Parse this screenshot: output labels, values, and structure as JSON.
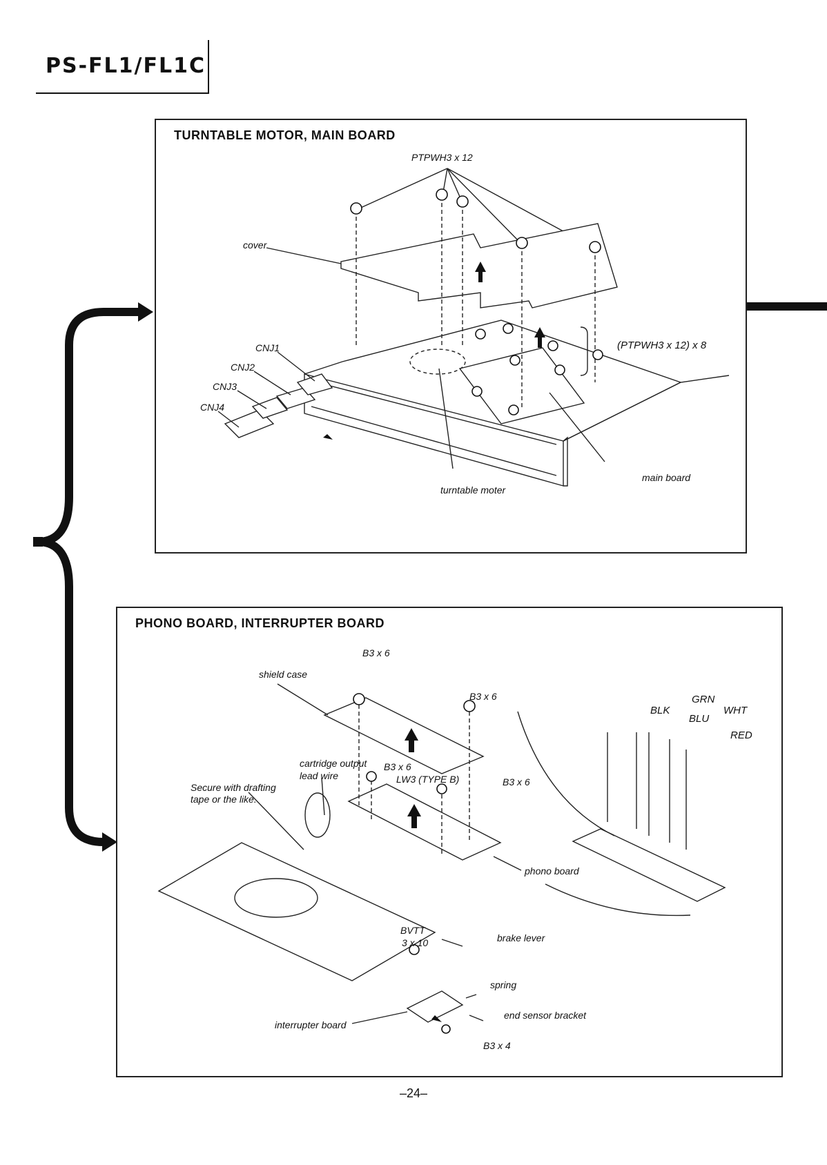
{
  "header": {
    "model": "PS-FL1/FL1C"
  },
  "panel_top": {
    "title": "TURNTABLE MOTOR, MAIN BOARD",
    "labels": {
      "screws_top": "PTPWH3 x 12",
      "cover": "cover",
      "screws_main": "(PTPWH3 x 12) x 8",
      "cnj1": "CNJ1",
      "cnj2": "CNJ2",
      "cnj3": "CNJ3",
      "cnj4": "CNJ4",
      "main_board": "main board",
      "turntable_motor": "turntable moter"
    }
  },
  "panel_bottom": {
    "title": "PHONO BOARD, INTERRUPTER BOARD",
    "labels": {
      "b3x6_top": "B3 x 6",
      "shield_case": "shield case",
      "b3x6_right": "B3 x 6",
      "cartridge_wire": "cartridge output\nlead wire",
      "b3x6_mid": "B3 x 6",
      "lw3": "LW3 (TYPE B)",
      "b3x6_phono": "B3 x 6",
      "secure_note": "Secure with drafting\ntape or the like.",
      "phono_board": "phono board",
      "brake_lever": "brake lever",
      "bvtt": "BVTT",
      "bvtt_size": "3 x 10",
      "spring": "spring",
      "end_sensor": "end sensor bracket",
      "interrupter_board": "interrupter board",
      "b3x4": "B3 x 4",
      "blk": "BLK",
      "grn": "GRN",
      "blu": "BLU",
      "wht": "WHT",
      "red": "RED"
    }
  },
  "footer": {
    "page": "–24–"
  }
}
